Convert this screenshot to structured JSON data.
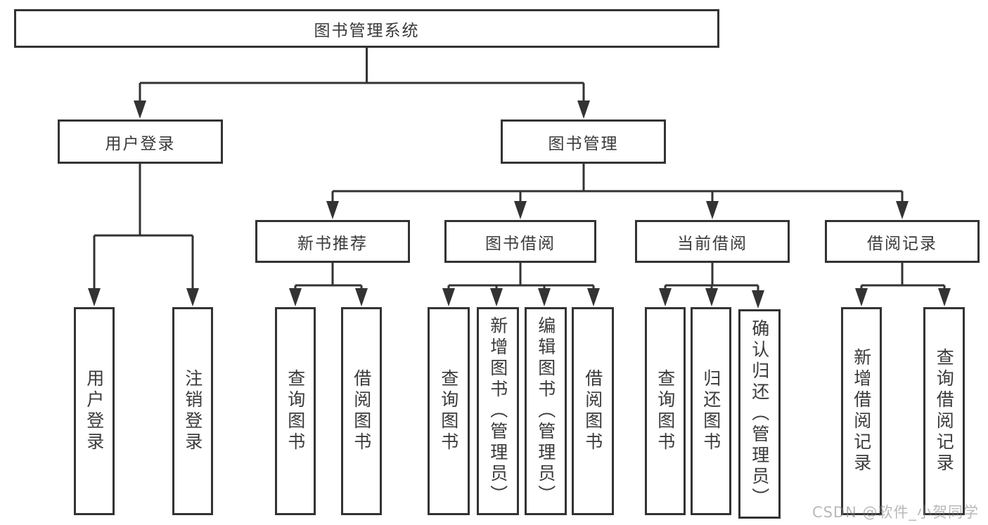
{
  "diagram": {
    "title": "图书管理系统",
    "watermark": "CSDN @软件_小贺同学",
    "colors": {
      "line": "#333333",
      "text": "#3a3a3a",
      "watermark_gray": "#7d7d7d",
      "background": "#ffffff"
    },
    "nodes": {
      "root": "图书管理系统",
      "user_login": "用户登录",
      "book_mgmt": "图书管理",
      "new_books": "新书推荐",
      "borrowing": "图书借阅",
      "current": "当前借阅",
      "records": "借阅记录",
      "leaf_login": "用户登录",
      "leaf_logout": "注销登录",
      "leaf_query1": "查询图书",
      "leaf_borrow1": "借阅图书",
      "leaf_query2": "查询图书",
      "leaf_add_book": "新增图书（管理员）",
      "leaf_edit_book": "编辑图书（管理员）",
      "leaf_borrow2": "借阅图书",
      "leaf_query3": "查询图书",
      "leaf_return": "归还图书",
      "leaf_confirm_return": "确认归还（管理员）",
      "leaf_add_record": "新增借阅记录",
      "leaf_query_record": "查询借阅记录"
    }
  }
}
